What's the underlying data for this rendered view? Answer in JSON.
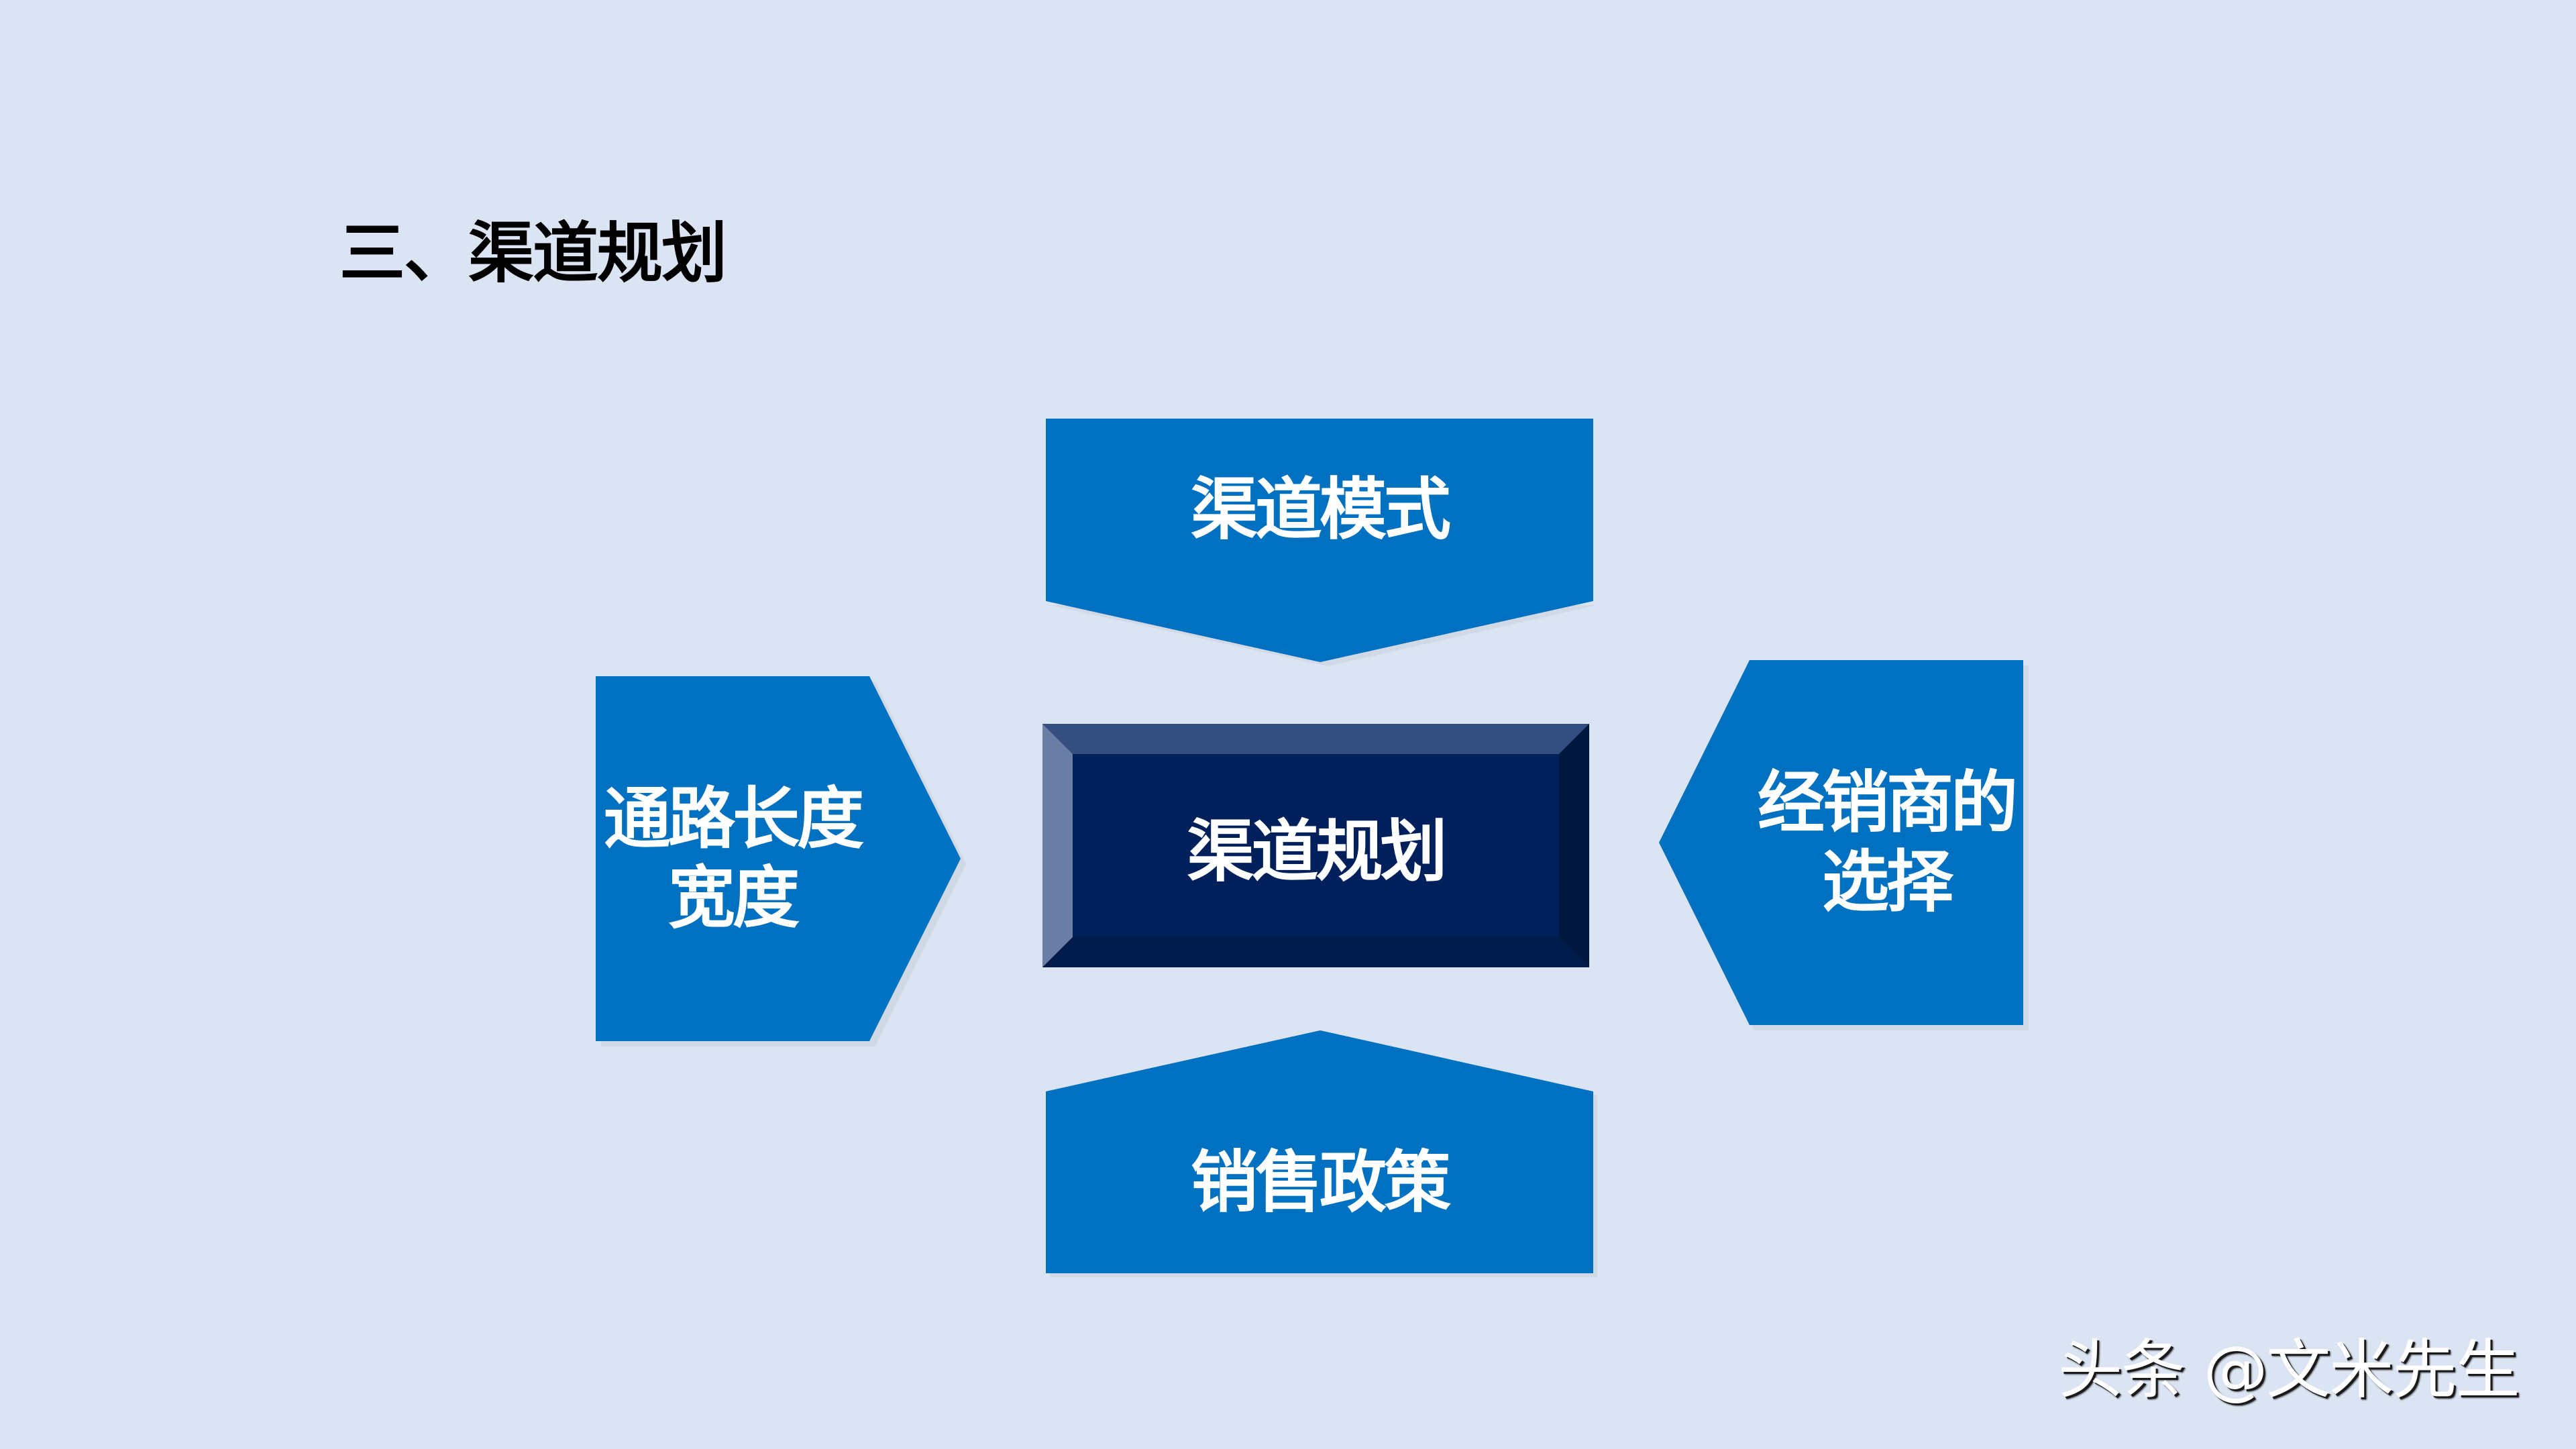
{
  "slide": {
    "title": "三、渠道规划",
    "background_color": "#dbe4f3"
  },
  "diagram": {
    "center": {
      "label": "渠道规划",
      "fill_color": "#00205b"
    },
    "top": {
      "label": "渠道模式",
      "direction": "down-arrow",
      "fill_color": "#0070c0"
    },
    "left": {
      "label_line1": "通路长度",
      "label_line2": "宽度",
      "direction": "right-arrow",
      "fill_color": "#0070c0"
    },
    "right": {
      "label_line1": "经销商的",
      "label_line2": "选择",
      "direction": "left-arrow",
      "fill_color": "#0070c0"
    },
    "bottom": {
      "label": "销售政策",
      "direction": "up-arrow",
      "fill_color": "#0070c0"
    }
  },
  "watermark": {
    "text": "头条 @文米先生"
  }
}
